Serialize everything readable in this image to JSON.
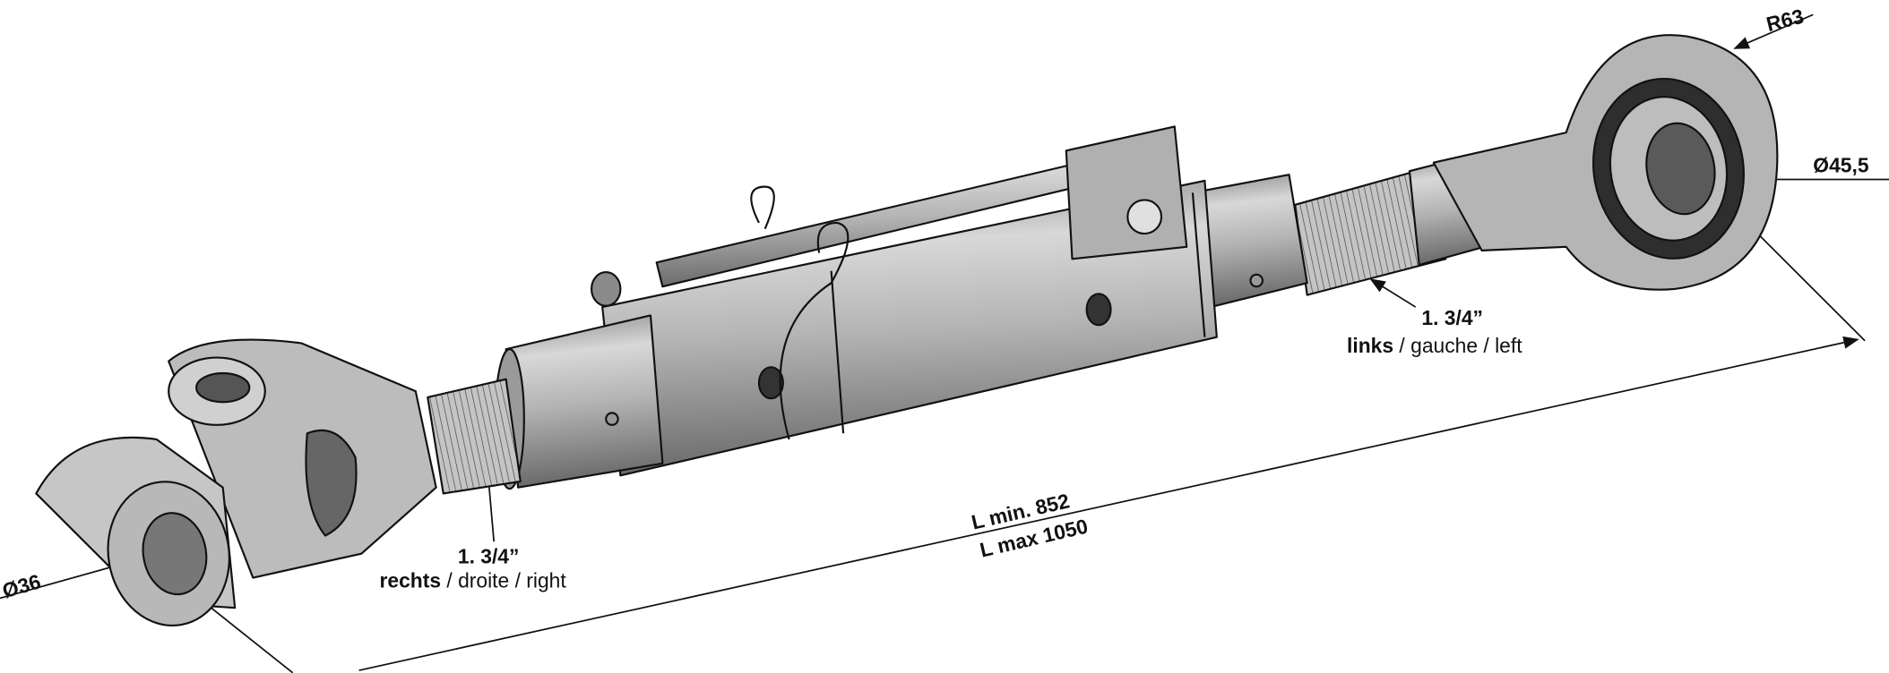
{
  "title": "Top link technical drawing",
  "dimensions": {
    "radius_eye": "R63",
    "ball_bore": "Ø45,5",
    "clevis_bore": "Ø36",
    "length_min": "L min. 852",
    "length_max": "L max 1050"
  },
  "thread_right": {
    "size": "1. 3/4”",
    "label_bold": "rechts",
    "label_rest": " / droite / right"
  },
  "thread_left": {
    "size": "1. 3/4”",
    "label_bold": "links",
    "label_rest": " / gauche / left"
  },
  "colors": {
    "metal_light": "#c8c8c8",
    "metal_mid": "#a9a9a9",
    "metal_dark": "#6e6e6e",
    "line": "#111111"
  }
}
